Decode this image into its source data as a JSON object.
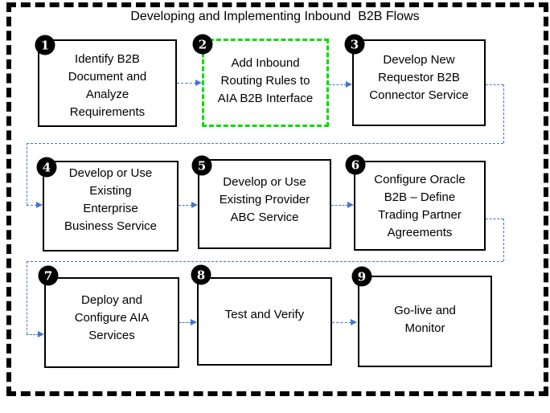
{
  "title": "Developing and Implementing Inbound  B2B Flows",
  "colors": {
    "connector_blue": "#4477cc",
    "highlight_green": "#00dd00",
    "box_border": "#000000",
    "badge_bg": "#000000",
    "badge_text": "#ffffff",
    "outer_border": "#000000",
    "page_bg": "#ffffff"
  },
  "steps": [
    {
      "number": "1",
      "label": "Identify B2B Document and Analyze Requirements",
      "lines": [
        "Identify B2B",
        "Document and",
        "Analyze",
        "Requirements"
      ],
      "highlighted": false
    },
    {
      "number": "2",
      "label": "Add Inbound Routing Rules to AIA B2B Interface",
      "lines": [
        "Add Inbound",
        "Routing Rules to",
        "AIA B2B Interface"
      ],
      "highlighted": true
    },
    {
      "number": "3",
      "label": "Develop New Requestor B2B Connector Service",
      "lines": [
        "Develop New",
        "Requestor B2B",
        "Connector Service"
      ],
      "highlighted": false
    },
    {
      "number": "4",
      "label": "Develop or Use Existing Enterprise Business Service",
      "lines": [
        "Develop or Use",
        "Existing",
        "Enterprise",
        "Business Service"
      ],
      "highlighted": false
    },
    {
      "number": "5",
      "label": "Develop or Use Existing Provider ABC Service",
      "lines": [
        "Develop or Use",
        "Existing Provider",
        "ABC Service"
      ],
      "highlighted": false
    },
    {
      "number": "6",
      "label": "Configure Oracle B2B – Define Trading Partner Agreements",
      "lines": [
        "Configure Oracle",
        "B2B – Define",
        "Trading Partner",
        "Agreements"
      ],
      "highlighted": false
    },
    {
      "number": "7",
      "label": "Deploy and Configure AIA Services",
      "lines": [
        "Deploy and",
        "Configure AIA",
        "Services"
      ],
      "highlighted": false
    },
    {
      "number": "8",
      "label": "Test and Verify",
      "lines": [
        "Test and Verify"
      ],
      "highlighted": false
    },
    {
      "number": "9",
      "label": "Go-live and Monitor",
      "lines": [
        "Go-live and",
        "Monitor"
      ],
      "highlighted": false
    }
  ]
}
